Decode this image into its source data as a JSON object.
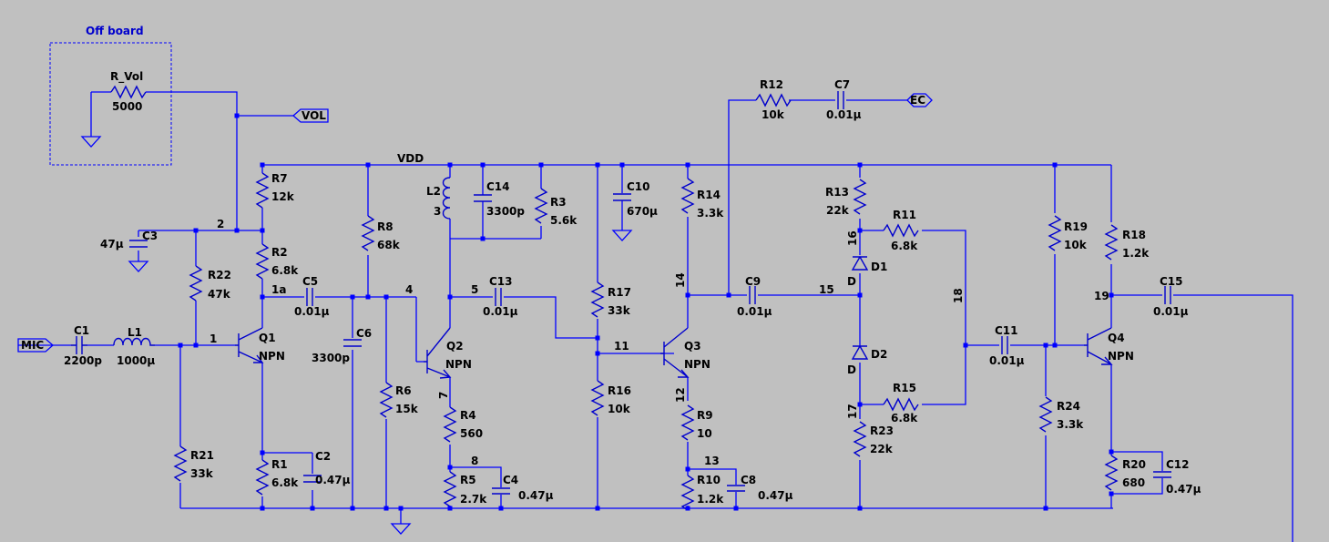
{
  "colors": {
    "background": "#c0c0c0",
    "wire": "#0000ff",
    "component": "#0000cd",
    "text": "#000000"
  },
  "offboard": {
    "title": "Off board",
    "rvol_name": "R_Vol",
    "rvol_value": "5000"
  },
  "ports": {
    "mic": "MIC",
    "vol": "VOL",
    "ec": "EC"
  },
  "nets": {
    "vdd": "VDD",
    "n1": "1",
    "n1a": "1a",
    "n2": "2",
    "n4": "4",
    "n5": "5",
    "n7": "7",
    "n8": "8",
    "n11": "11",
    "n12": "12",
    "n13": "13",
    "n14": "14",
    "n15": "15",
    "n16": "16",
    "n17": "17",
    "n18": "18",
    "n19": "19"
  },
  "resistors": [
    {
      "name": "R1",
      "value": "6.8k"
    },
    {
      "name": "R2",
      "value": "6.8k"
    },
    {
      "name": "R3",
      "value": "5.6k"
    },
    {
      "name": "R4",
      "value": "560"
    },
    {
      "name": "R5",
      "value": "2.7k"
    },
    {
      "name": "R6",
      "value": "15k"
    },
    {
      "name": "R7",
      "value": "12k"
    },
    {
      "name": "R8",
      "value": "68k"
    },
    {
      "name": "R9",
      "value": "10"
    },
    {
      "name": "R10",
      "value": "1.2k"
    },
    {
      "name": "R11",
      "value": "6.8k"
    },
    {
      "name": "R12",
      "value": "10k"
    },
    {
      "name": "R13",
      "value": "22k"
    },
    {
      "name": "R14",
      "value": "3.3k"
    },
    {
      "name": "R15",
      "value": "6.8k"
    },
    {
      "name": "R16",
      "value": "10k"
    },
    {
      "name": "R17",
      "value": "33k"
    },
    {
      "name": "R18",
      "value": "1.2k"
    },
    {
      "name": "R19",
      "value": "10k"
    },
    {
      "name": "R20",
      "value": "680"
    },
    {
      "name": "R21",
      "value": "33k"
    },
    {
      "name": "R22",
      "value": "47k"
    },
    {
      "name": "R23",
      "value": "22k"
    },
    {
      "name": "R24",
      "value": "3.3k"
    }
  ],
  "capacitors": [
    {
      "name": "C1",
      "value": "2200p"
    },
    {
      "name": "C2",
      "value": "0.47μ"
    },
    {
      "name": "C3",
      "value": "47μ"
    },
    {
      "name": "C4",
      "value": "0.47μ"
    },
    {
      "name": "C5",
      "value": "0.01μ"
    },
    {
      "name": "C6",
      "value": "3300p"
    },
    {
      "name": "C7",
      "value": "0.01μ"
    },
    {
      "name": "C8",
      "value": "0.47μ"
    },
    {
      "name": "C9",
      "value": "0.01μ"
    },
    {
      "name": "C10",
      "value": "670μ"
    },
    {
      "name": "C11",
      "value": "0.01μ"
    },
    {
      "name": "C12",
      "value": "0.47μ"
    },
    {
      "name": "C13",
      "value": "0.01μ"
    },
    {
      "name": "C14",
      "value": "3300p"
    },
    {
      "name": "C15",
      "value": "0.01μ"
    }
  ],
  "inductors": [
    {
      "name": "L1",
      "value": "1000μ"
    },
    {
      "name": "L2",
      "value": "3"
    }
  ],
  "transistors": [
    {
      "name": "Q1",
      "type": "NPN"
    },
    {
      "name": "Q2",
      "type": "NPN"
    },
    {
      "name": "Q3",
      "type": "NPN"
    },
    {
      "name": "Q4",
      "type": "NPN"
    }
  ],
  "diodes": [
    {
      "name": "D1",
      "type": "D"
    },
    {
      "name": "D2",
      "type": "D"
    }
  ]
}
